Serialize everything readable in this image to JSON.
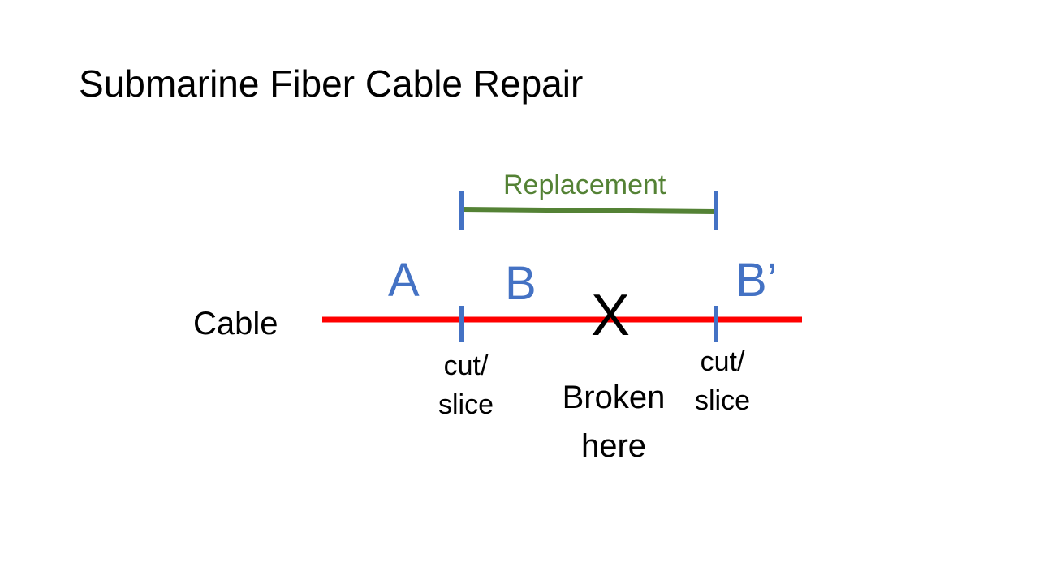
{
  "slide": {
    "title": "Submarine Fiber Cable Repair"
  },
  "diagram": {
    "cable_label": "Cable",
    "replacement_label": "Replacement",
    "segment_a": "A",
    "segment_b": "B",
    "segment_b_prime": "B’",
    "break_mark": "X",
    "cut_left": {
      "line1": "cut/",
      "line2": "slice"
    },
    "cut_right": {
      "line1": "cut/",
      "line2": "slice"
    },
    "broken": {
      "line1": "Broken",
      "line2": "here"
    }
  },
  "colors": {
    "cable": "#ff0000",
    "markers": "#4472c4",
    "replacement": "#548235",
    "segment_labels": "#4472c4",
    "text": "#000000"
  }
}
